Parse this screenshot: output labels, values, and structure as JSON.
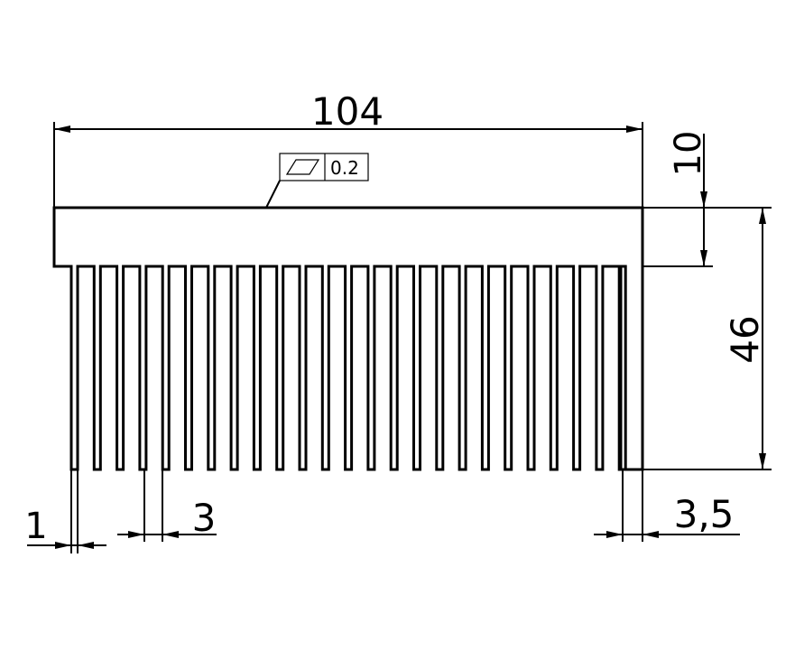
{
  "dimensions": {
    "overall_width": "104",
    "base_thickness": "10",
    "total_height": "46",
    "fin_thickness": "1",
    "fin_gap": "3",
    "end_fin": "3,5"
  },
  "tolerance": {
    "symbol": "flatness-icon",
    "value": "0.2"
  }
}
